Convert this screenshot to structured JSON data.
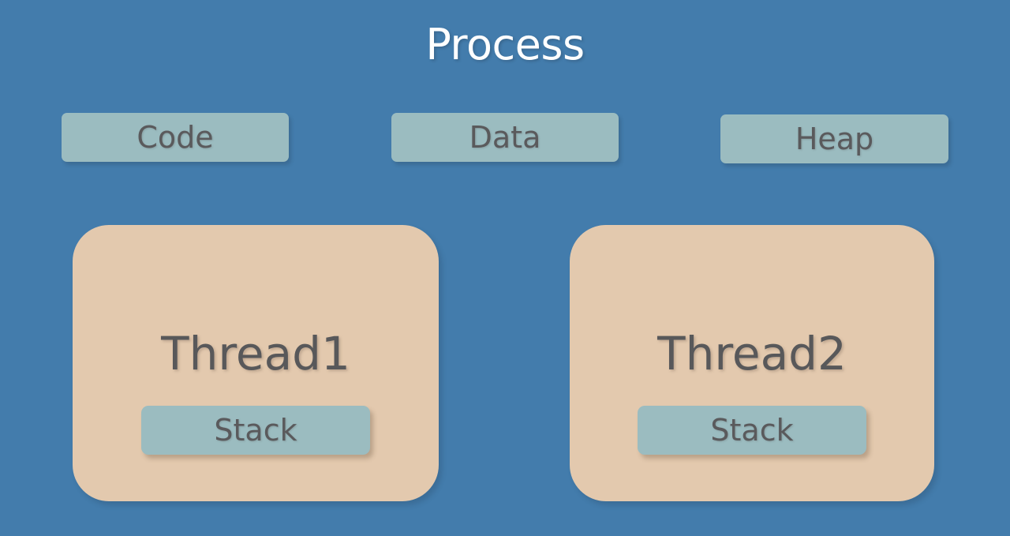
{
  "diagram": {
    "title": "Process",
    "background_color": "#437CAC",
    "segments": [
      {
        "label": "Code",
        "fill_color": "#9BBCC0",
        "text_color": "#5A5A5C"
      },
      {
        "label": "Data",
        "fill_color": "#9BBCC0",
        "text_color": "#5A5A5C"
      },
      {
        "label": "Heap",
        "fill_color": "#9BBCC0",
        "text_color": "#5A5A5C"
      }
    ],
    "threads": [
      {
        "label": "Thread1",
        "fill_color": "#E3C9AE",
        "text_color": "#58585A",
        "stack": {
          "label": "Stack",
          "fill_color": "#9BBCC0",
          "text_color": "#5A5A5C"
        }
      },
      {
        "label": "Thread2",
        "fill_color": "#E3C9AE",
        "text_color": "#58585A",
        "stack": {
          "label": "Stack",
          "fill_color": "#9BBCC0",
          "text_color": "#5A5A5C"
        }
      }
    ]
  }
}
